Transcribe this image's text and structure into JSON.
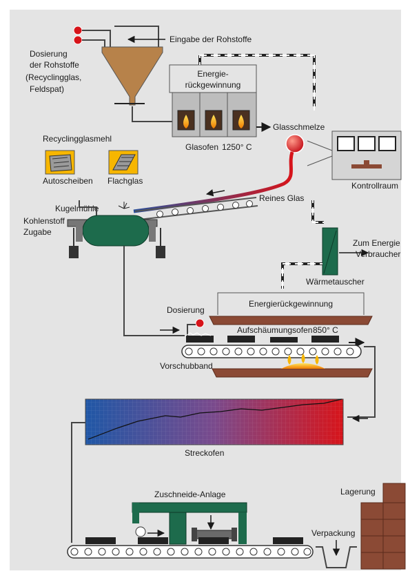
{
  "labels": {
    "eingabe": "Eingabe der Rohstoffe",
    "dosierung_roh_1": "Dosierung",
    "dosierung_roh_2": "der Rohstoffe",
    "dosierung_roh_3": "(Recyclingglas,",
    "dosierung_roh_4": "Feldspat)",
    "energie_1": "Energie-",
    "energie_2": "rückgewinnung",
    "glasofen": "Glasofen",
    "glasofen_temp": "1250° C",
    "glasschmelze": "Glasschmelze",
    "kontrollraum": "Kontrollraum",
    "recyclingglasmehl": "Recyclingglasmehl",
    "autoscheiben": "Autoscheiben",
    "flachglas": "Flachglas",
    "kugelmuehle": "Kugelmühle",
    "reines_glas": "Reines Glas",
    "kohlenstoff_1": "Kohlenstoff",
    "kohlenstoff_2": "Zugabe",
    "zum_energie_1": "Zum Energie",
    "zum_energie_2": "Verbraucher",
    "waermetauscher": "Wärmetauscher",
    "energierueck": "Energierückgewinnung",
    "dosierung": "Dosierung",
    "aufschaeumungsofen": "Aufschäumungsofen",
    "aufschaeum_temp": "850° C",
    "vorschubband": "Vorschubband",
    "streckofen": "Streckofen",
    "zuschneide": "Zuschneide-Anlage",
    "lagerung": "Lagerung",
    "verpackung": "Verpackung"
  },
  "colors": {
    "background": "#e4e4e4",
    "hopper": "#b7824a",
    "mill": "#1d6b4c",
    "brick": "#8b4a35",
    "flame": "#f7b600",
    "melt_red": "#d7141a",
    "oven_blue": "#1f57a6",
    "oven_red": "#d7141a"
  }
}
